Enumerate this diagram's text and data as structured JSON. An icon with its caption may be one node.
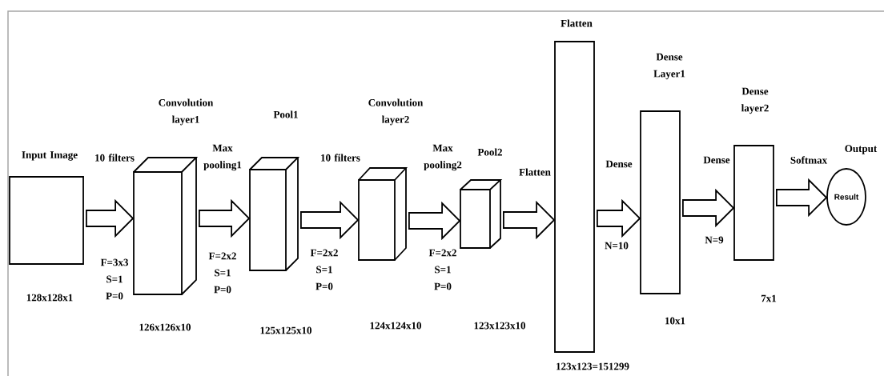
{
  "diagram": {
    "nodes": [
      {
        "text": [
          "Input Image"
        ],
        "beside": [
          "128x128x1"
        ]
      },
      {
        "text": [
          "Convolution layer1"
        ],
        "beside": [
          "126x126x10"
        ]
      },
      {
        "text": [
          "Pool1"
        ]
      },
      {
        "text": [
          "Convolution layer2"
        ]
      },
      {
        "text": [
          "Pool2"
        ]
      },
      {
        "text": [
          "Flatten"
        ],
        "beside": [
          "123x123=151299"
        ]
      },
      {
        "text": [
          "Dense Layer1"
        ],
        "beside": [
          "10x1"
        ]
      },
      {
        "text": [
          "Dense layer2"
        ],
        "beside": [
          "7x1"
        ]
      },
      {
        "text": [
          "Result"
        ],
        "beside": [
          "Output"
        ]
      }
    ],
    "edges": [
      {
        "from": 0,
        "to": 1,
        "arrow": "to"
      },
      {
        "from": 1,
        "to": 2,
        "arrow": "to",
        "label": "Max pooling1"
      },
      {
        "from": 2,
        "to": 3,
        "arrow": "to"
      },
      {
        "from": 3,
        "to": 4,
        "arrow": "to",
        "label": "Max pooling2"
      },
      {
        "from": 4,
        "to": 5,
        "arrow": "to",
        "label": "Flatten"
      },
      {
        "from": 5,
        "to": 6,
        "arrow": "to",
        "label": "Dense"
      },
      {
        "from": 6,
        "to": 7,
        "arrow": "to",
        "label": "Dense"
      },
      {
        "from": 7,
        "to": 8,
        "arrow": "to",
        "label": "Softmax"
      }
    ],
    "labels": [
      "10 filters",
      "10 filters",
      "F=3x3 S=1 P=0",
      "F=2x2 S=1 P=0",
      "F=2x2 S=1 P=0",
      "F=2x2 S=1 P=0",
      "N=10",
      "N=9",
      "125x125x10",
      "124x124x10",
      "123x123x10"
    ]
  }
}
